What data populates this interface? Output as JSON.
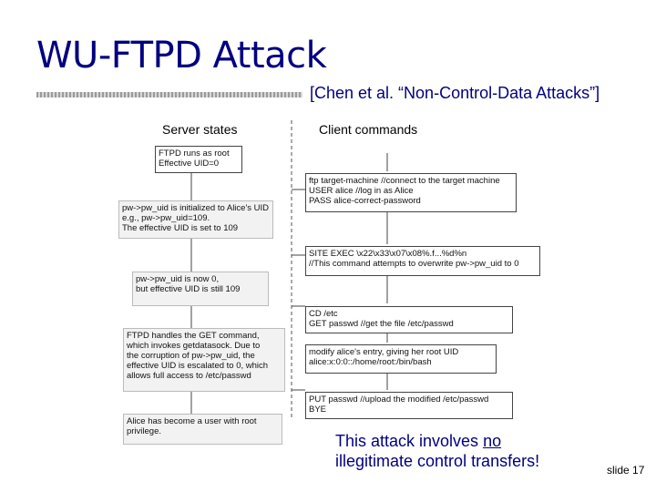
{
  "title": "WU-FTPD Attack",
  "citation": "[Chen et al. “Non-Control-Data Attacks”]",
  "diagram": {
    "server_header": "Server states",
    "client_header": "Client commands",
    "server_boxes": [
      "FTPD runs as root\nEffective UID=0",
      "pw->pw_uid is initialized to Alice's UID\ne.g., pw->pw_uid=109.\nThe effective UID is set to 109",
      "pw->pw_uid is now 0,\nbut effective UID is still 109",
      "FTPD handles the GET command,\nwhich invokes getdatasock. Due to\nthe corruption of pw->pw_uid, the\neffective UID is escalated to 0, which\nallows full access to /etc/passwd",
      "Alice has become a user with root\nprivilege."
    ],
    "client_boxes": [
      "ftp target-machine  //connect to the target machine\nUSER alice          //log in as Alice\nPASS alice-correct-password",
      "SITE EXEC \\x22\\x33\\x07\\x08%.f...%d%n\n//This command attempts to overwrite pw->pw_uid to 0",
      "CD /etc\nGET passwd        //get the file /etc/passwd",
      "modify alice's entry, giving her root UID\nalice:x:0:0::/home/root:/bin/bash",
      "PUT passwd  //upload the modified /etc/passwd\nBYE"
    ]
  },
  "conclusion": {
    "line1_before": "This attack involves ",
    "line1_underlined": "no",
    "line2": "illegitimate control transfers!"
  },
  "slide_number": "slide 17"
}
